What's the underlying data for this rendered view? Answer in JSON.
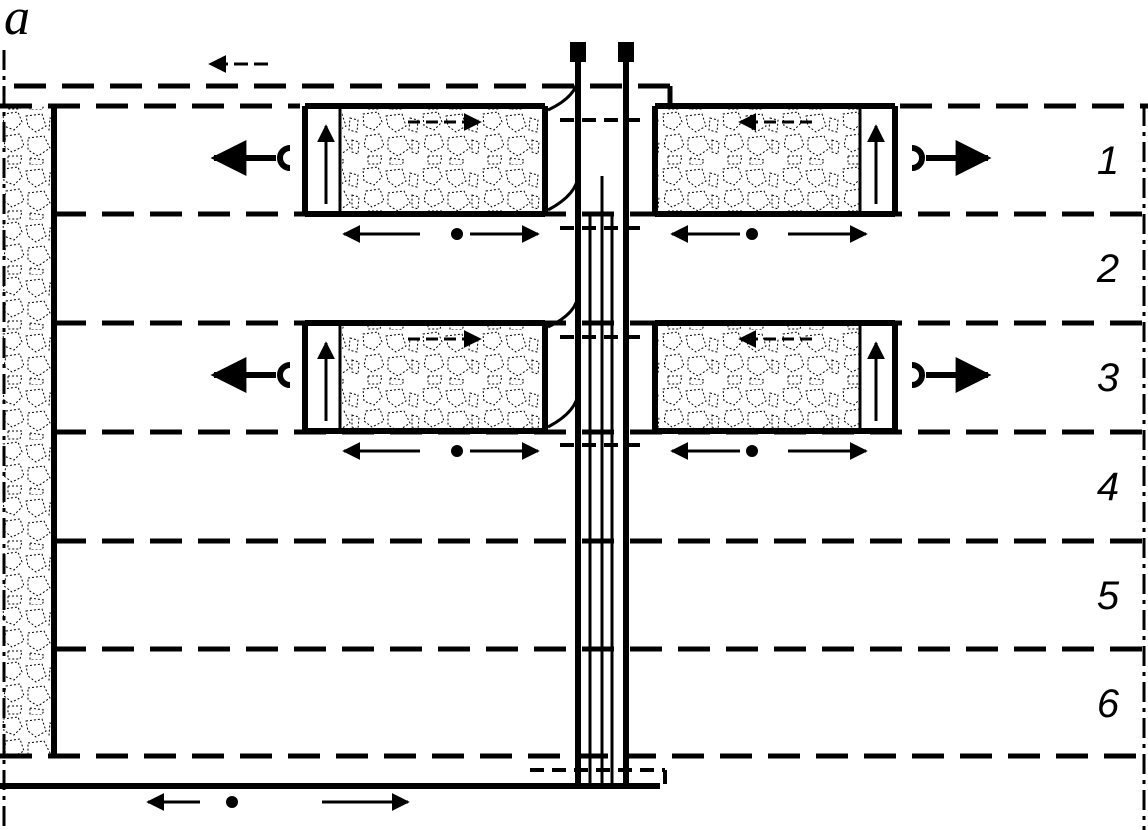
{
  "figure": {
    "label": "a"
  },
  "levels": [
    {
      "label": "1"
    },
    {
      "label": "2"
    },
    {
      "label": "3"
    },
    {
      "label": "4"
    },
    {
      "label": "5"
    },
    {
      "label": "6"
    }
  ],
  "stopes": [
    {
      "level": 1
    },
    {
      "level": 3
    }
  ]
}
